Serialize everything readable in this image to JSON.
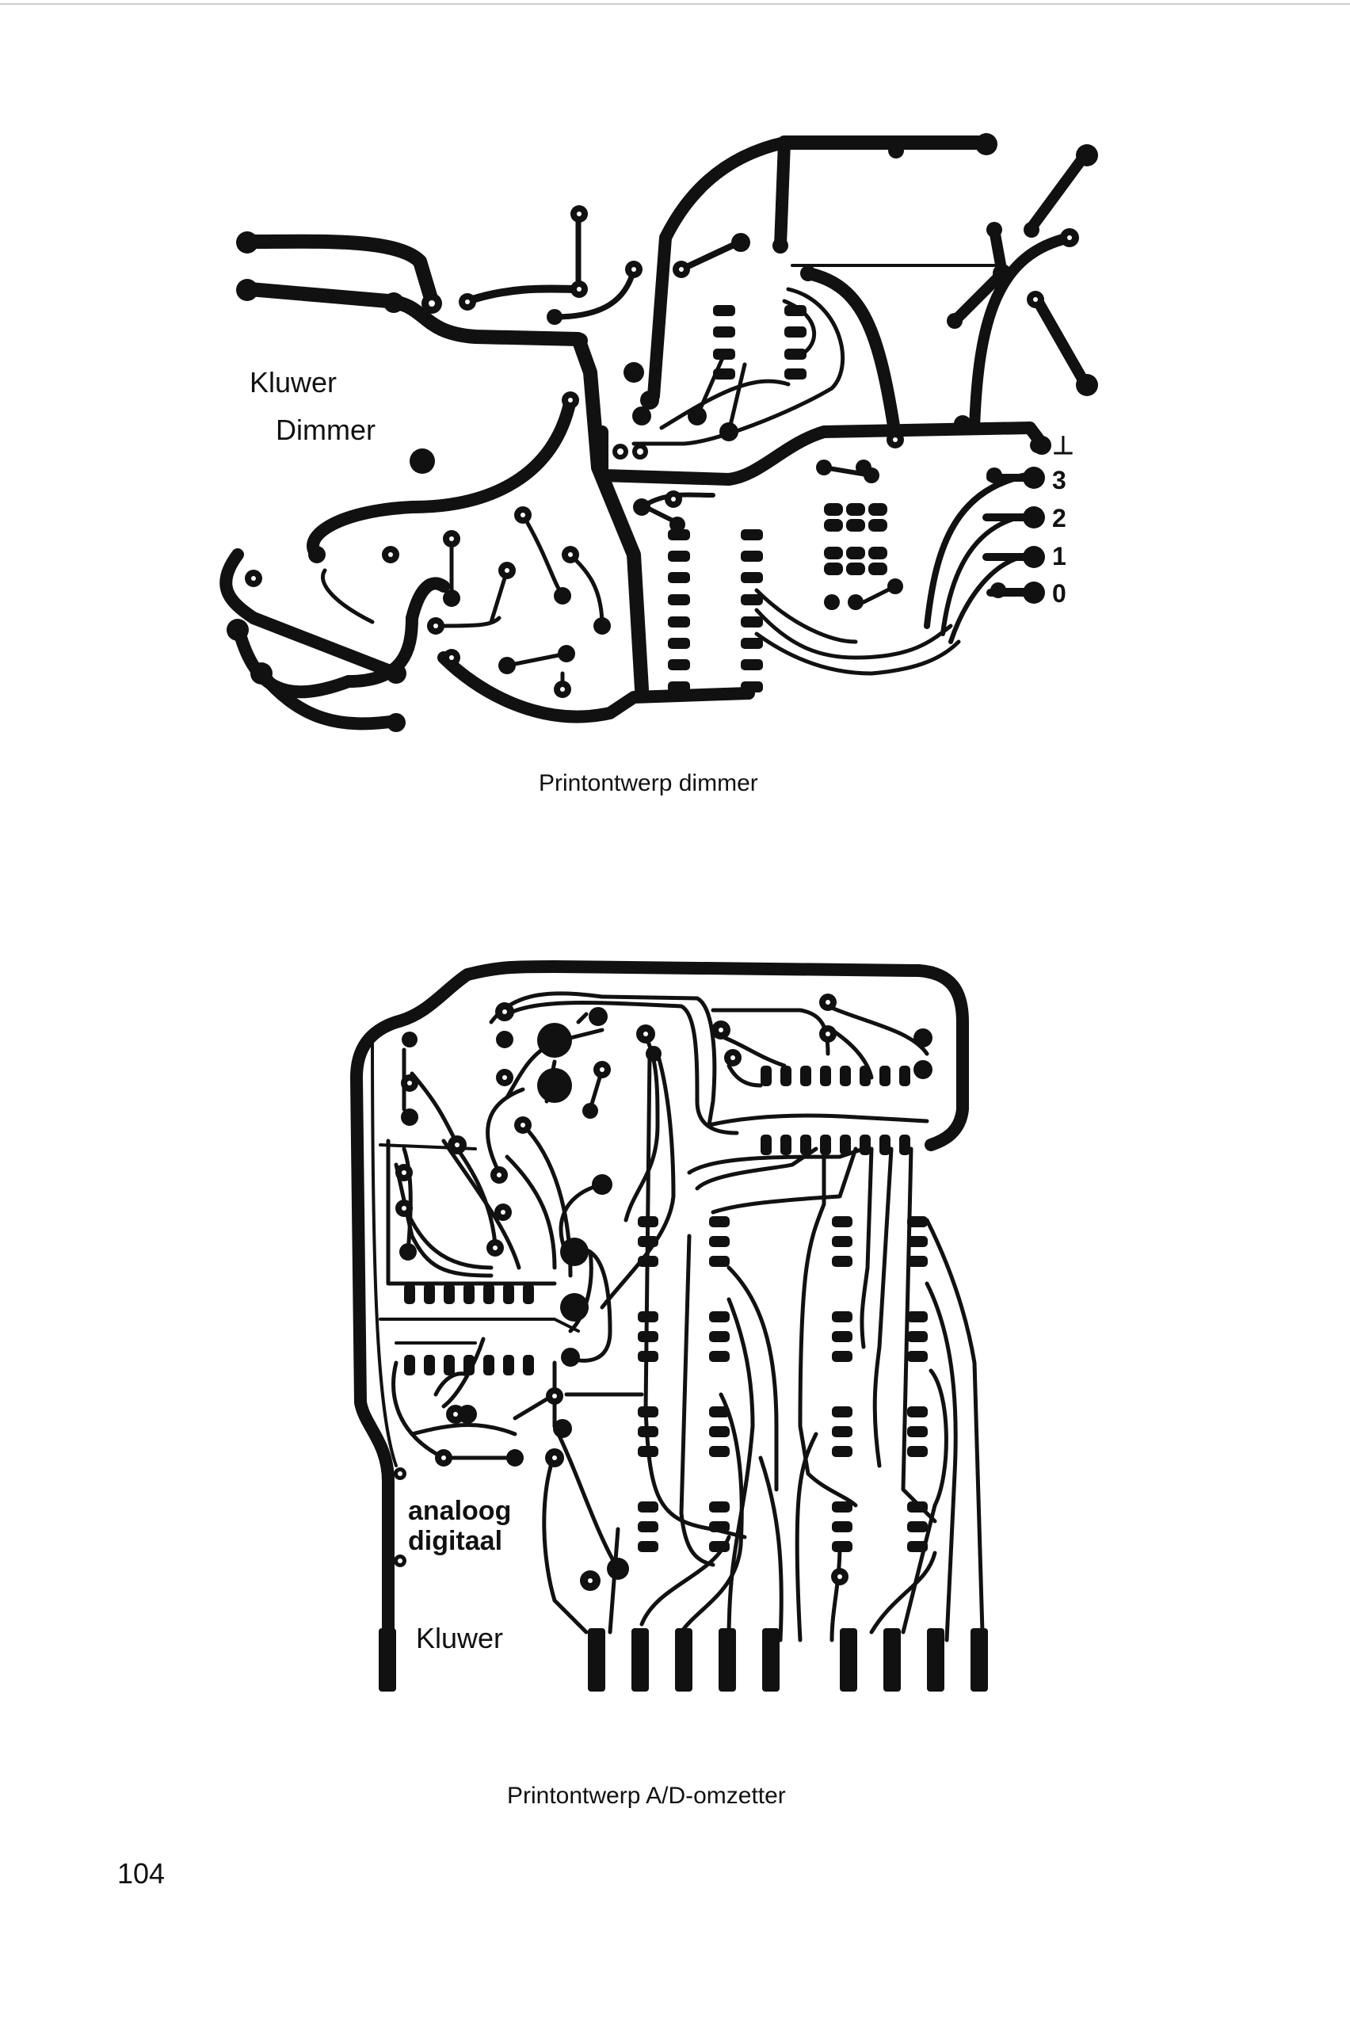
{
  "figures": [
    {
      "id": "dimmer",
      "caption": "Printontwerp dimmer",
      "labels": {
        "brand": "Kluwer",
        "name": "Dimmer"
      },
      "connector_labels": [
        "⊥",
        "3",
        "2",
        "1",
        "0"
      ]
    },
    {
      "id": "ad-converter",
      "caption": "Printontwerp A/D-omzetter",
      "labels": {
        "mode_line1": "analoog",
        "mode_line2": "digitaal",
        "brand": "Kluwer"
      }
    }
  ],
  "page": {
    "number": "104"
  },
  "colors": {
    "copper": "#111111",
    "paper": "#ffffff"
  }
}
